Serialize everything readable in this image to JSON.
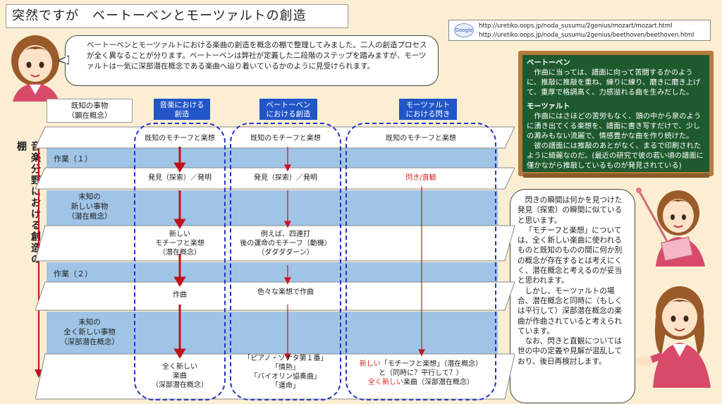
{
  "title": "突然ですが　ベートーベンとモーツァルトの創造",
  "urls": [
    "http://uretiko.oops.jp/noda_susumu/2genius/mozart/mozart.html",
    "http://uretiko.oops.jp/noda_susumu/2genius/beethoven/beethoven.html"
  ],
  "google_badge": "Google",
  "intro_text": "ベートーベンとモーツァルトにおける楽曲の創造を概念の棚で整理してみました。二人の創造プロセスが全く異なることが分ります。ベートーベンは弊社が定義した二段階のステップを踏みますが、モーツァルトは一気に深部潜在概念である楽曲へ辿り着いているかのように見受けられます。",
  "board": {
    "beethoven_head": "ベートーベン",
    "beethoven_text": "作曲に当っては、譜面に向って苦闘するかのように、推敲に推敲を重ね、練りに練り、磨きに磨き上げて、重厚で格調高く、力感溢れる曲を生みだした。",
    "mozart_head": "モーツァルト",
    "mozart_text1": "作曲にはさほどの苦労もなく、頭の中から泉のように湧き出てくる楽想を、譜面に書き写すだけで、少しの澱みもない流麗で、情感豊かな曲を作り続けた。",
    "mozart_text2": "彼の譜面には推敲のあとがなく、まるで印刷されたように綺麗なのだ。(最近の研究で彼の若い頃の譜面に僅かながら推敲しているものが発見されている)"
  },
  "side_text": {
    "p1": "閃きの瞬間は何かを見つけた発見（探索）の瞬間に似ていると思います。",
    "p2": "「モチーフと楽想」については、全く新しい楽曲に使われるものと既知のものの間に何か別の概念が存在するとは考えにくく、潜在概念と考えるのが妥当と思われます。",
    "p3": "しかし、モーツァルトの場合、潜在概念と同時に（もしくは平行して）深部潜在概念の楽曲が作曲されていると考えられています。",
    "p4": "なお、閃きと直観については世の中の定義や見解が混乱しており、後日再検討します。"
  },
  "vertical_label": "音楽分野における創造の棚",
  "row_labels": {
    "known": "既知の事物\n（顕在概念）",
    "work1": "作業（１）",
    "unknown": "未知の\n新しい事物\n（潜在概念）",
    "work2": "作業（２）",
    "deep": "未知の\n全く新しい事物\n（深部潜在概念）"
  },
  "headers": {
    "general": "音楽における\n創造",
    "beethoven": "ベートーベン\nにおける創造",
    "mozart": "モーツァルト\nにおける閃き"
  },
  "cells": {
    "g_known": "既知のモチーフと楽想",
    "b_known": "既知のモチーフと楽想",
    "m_known": "既知のモチーフと楽想",
    "g_work1": "発見（探索）／発明",
    "b_work1": "発見（探索）／発明",
    "m_work1": "閃き/直観",
    "g_unknown": "新しい\nモチーフと楽想\n（潜在概念）",
    "b_unknown": "例えば、四連打\n後の運命のモチーフ（動機）\n（ダダダダーン）",
    "g_work2": "作曲",
    "b_work2": "色々な楽想で作曲",
    "g_deep": "全く新しい\n楽曲\n（深部潜在概念）",
    "b_deep": "「ピアノ・ソナタ第１番」\n「情熱」\n「バイオリン協奏曲」\n「運命」",
    "m_deep_a": "新しい",
    "m_deep_b": "「モチーフと楽想」（潜在概念）",
    "m_deep_c": "と（同時に？平行して？）",
    "m_deep_d": "全く新しい",
    "m_deep_e": "楽曲（深部潜在概念）"
  },
  "colors": {
    "background": "#fbeed3",
    "band": "#9fc4e6",
    "header": "#2255c8",
    "dashed": "#2233cc",
    "arrow": "#c0101a",
    "board": "#1e5a2e"
  }
}
